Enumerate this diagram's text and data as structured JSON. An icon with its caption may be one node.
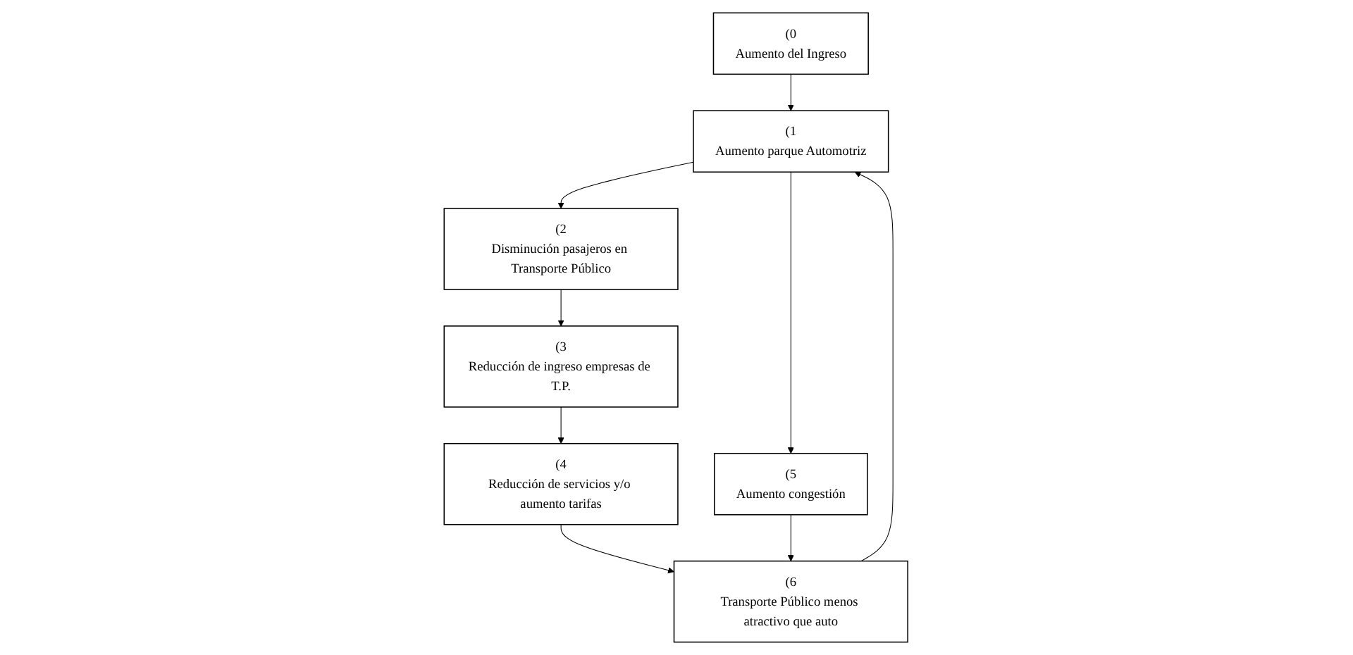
{
  "diagram": {
    "nodes": [
      {
        "text": [
          "(0",
          "Aumento del Ingreso"
        ]
      },
      {
        "text": [
          "(1",
          "Aumento parque Automotriz"
        ]
      },
      {
        "text": [
          "(2",
          "Disminución pasajeros en Transporte Público"
        ]
      },
      {
        "text": [
          "(3",
          "Reducción de ingreso empresas de T.P."
        ]
      },
      {
        "text": [
          "(4",
          "Reducción de servicios y/o aumento tarifas"
        ]
      },
      {
        "text": [
          "(5",
          "Aumento congestión"
        ]
      },
      {
        "text": [
          "(6",
          "Transporte Público menos atractivo que auto"
        ]
      }
    ],
    "edges": [
      {
        "from": 0,
        "to": 1,
        "arrow": "to"
      },
      {
        "from": 1,
        "to": 2,
        "arrow": "to"
      },
      {
        "from": 1,
        "to": 5,
        "arrow": "to"
      },
      {
        "from": 2,
        "to": 3,
        "arrow": "to"
      },
      {
        "from": 3,
        "to": 4,
        "arrow": "to"
      },
      {
        "from": 4,
        "to": 6,
        "arrow": "to"
      },
      {
        "from": 5,
        "to": 6,
        "arrow": "to"
      },
      {
        "from": 6,
        "to": 1,
        "arrow": "to"
      }
    ]
  }
}
